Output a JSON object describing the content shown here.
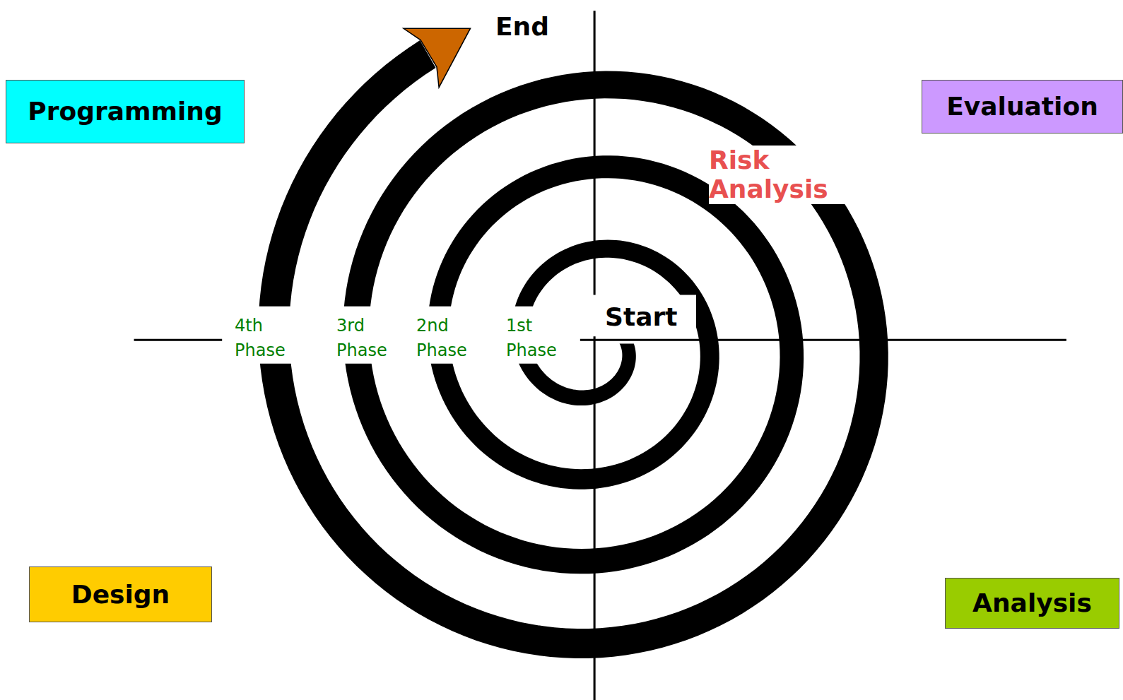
{
  "diagram": {
    "nodes": [
      {
        "text": [
          "Programming"
        ]
      },
      {
        "text": [
          "Evaluation"
        ]
      },
      {
        "text": [
          "Design"
        ]
      },
      {
        "text": [
          "Analysis"
        ]
      }
    ],
    "labels": [
      "End",
      "Risk Analysis",
      "4th Phase",
      "3rd Phase",
      "2nd Phase",
      "1st Phase",
      "Start"
    ]
  }
}
